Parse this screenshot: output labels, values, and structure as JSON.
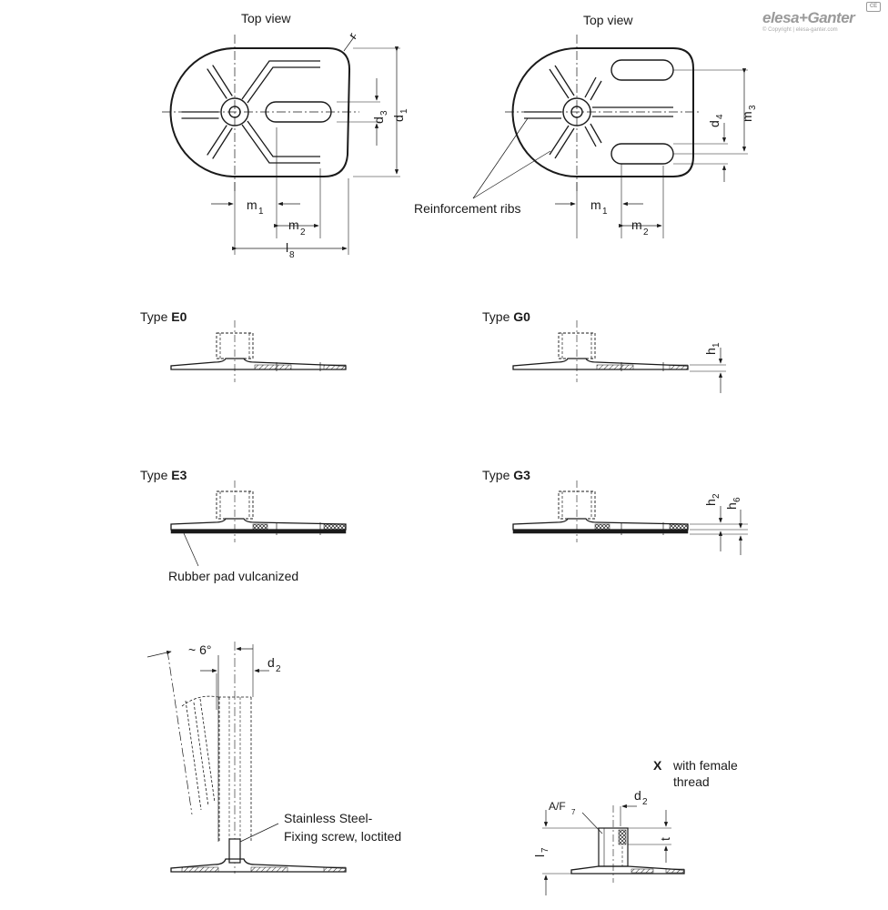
{
  "brand": {
    "name": "elesa+Ganter",
    "copyright": "© Copyright | elesa-ganter.com",
    "mark": "CE"
  },
  "views": {
    "top_left": "Top view",
    "top_right": "Top view",
    "reinforcement_ribs": "Reinforcement ribs",
    "rubber_pad": "Rubber pad vulcanized",
    "fixing_screw_line1": "Stainless Steel-",
    "fixing_screw_line2": "Fixing screw, loctited",
    "female_x": "X",
    "female_line1": "with female",
    "female_line2": "thread",
    "angle": "~ 6°"
  },
  "types": {
    "e0": {
      "prefix": "Type ",
      "code": "E0"
    },
    "g0": {
      "prefix": "Type ",
      "code": "G0"
    },
    "e3": {
      "prefix": "Type ",
      "code": "E3"
    },
    "g3": {
      "prefix": "Type ",
      "code": "G3"
    }
  },
  "dims": {
    "r": "r",
    "d": "d",
    "m": "m",
    "l": "l",
    "h": "h",
    "t": "t",
    "af": "A/F",
    "s1": "1",
    "s2": "2",
    "s3": "3",
    "s4": "4",
    "s6": "6",
    "s7": "7",
    "s8": "8"
  }
}
